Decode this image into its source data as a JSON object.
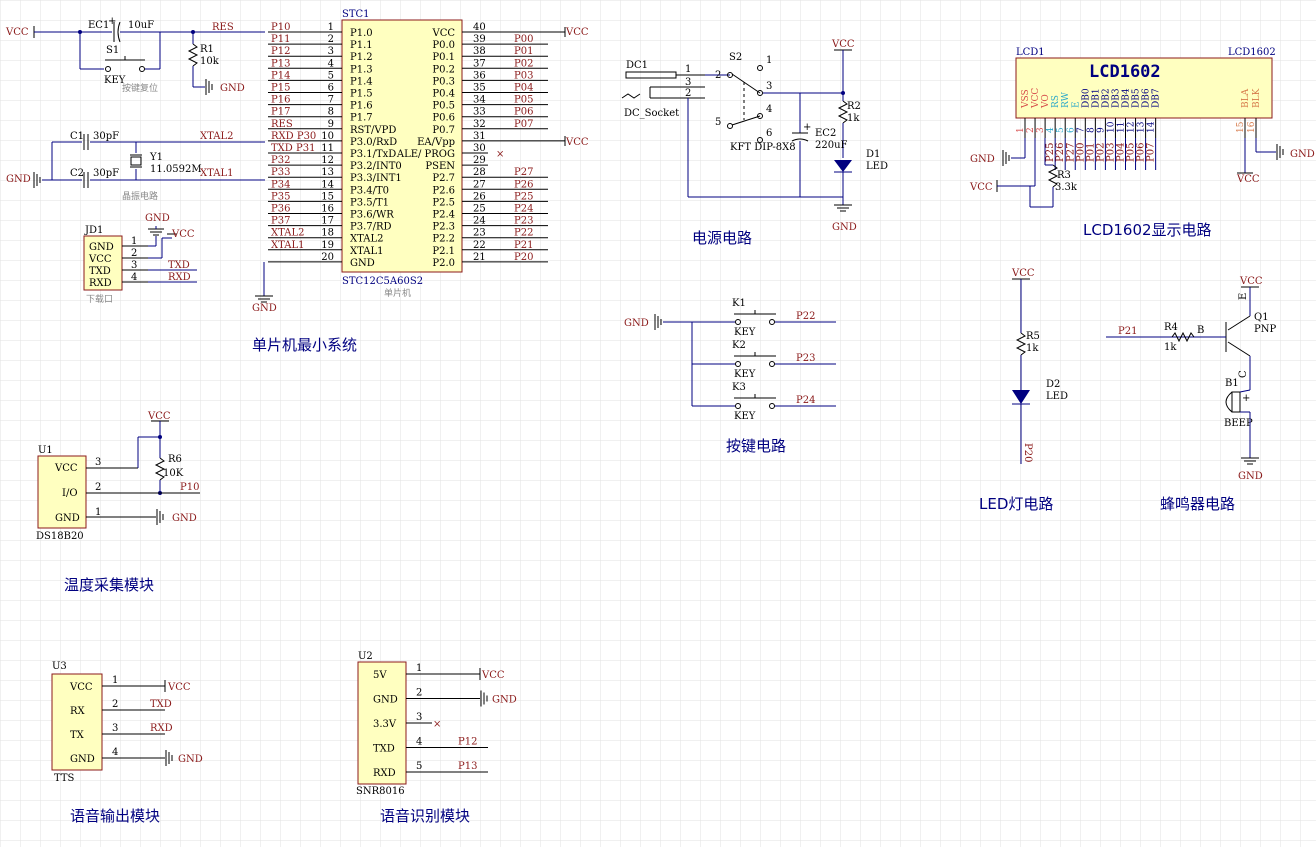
{
  "sections": {
    "mcu": "单片机最小系统",
    "power": "电源电路",
    "keys": "按键电路",
    "lcd": "LCD1602显示电路",
    "led": "LED灯电路",
    "buzzer": "蜂鸣器电路",
    "temp": "温度采集模块",
    "tts": "语音输出模块",
    "snr": "语音识别模块"
  },
  "reset": {
    "vcc": "VCC",
    "ec1": "EC1",
    "ec1_val": "10uF",
    "res": "RES",
    "s1": "S1",
    "key": "KEY",
    "r1": "R1",
    "r1_val": "10k",
    "gnd": "GND",
    "note": "按键复位"
  },
  "crystal": {
    "c1": "C1",
    "c1_val": "30pF",
    "c2": "C2",
    "c2_val": "30pF",
    "y1": "Y1",
    "y1_val": "11.0592M",
    "xtal2": "XTAL2",
    "xtal1": "XTAL1",
    "gnd": "GND",
    "note": "晶振电路"
  },
  "download": {
    "ref": "JD1",
    "gnd_top": "GND",
    "vcc": "VCC",
    "note": "下载口",
    "pins": [
      {
        "name": "GND",
        "num": "1",
        "net": ""
      },
      {
        "name": "VCC",
        "num": "2",
        "net": ""
      },
      {
        "name": "TXD",
        "num": "3",
        "net": "TXD"
      },
      {
        "name": "RXD",
        "num": "4",
        "net": "RXD"
      }
    ]
  },
  "mcu": {
    "ref": "STC1",
    "part": "STC12C5A60S2",
    "note": "单片机",
    "vcc": "VCC",
    "gnd": "GND",
    "left": [
      {
        "net": "P10",
        "pin": "P1.0",
        "num": "1"
      },
      {
        "net": "P11",
        "pin": "P1.1",
        "num": "2"
      },
      {
        "net": "P12",
        "pin": "P1.2",
        "num": "3"
      },
      {
        "net": "P13",
        "pin": "P1.3",
        "num": "4"
      },
      {
        "net": "P14",
        "pin": "P1.4",
        "num": "5"
      },
      {
        "net": "P15",
        "pin": "P1.5",
        "num": "6"
      },
      {
        "net": "P16",
        "pin": "P1.6",
        "num": "7"
      },
      {
        "net": "P17",
        "pin": "P1.7",
        "num": "8"
      },
      {
        "net": "RES",
        "pin": "RST/VPD",
        "num": "9"
      },
      {
        "net": "RXD P30",
        "pin": "P3.0/RxD",
        "num": "10"
      },
      {
        "net": "TXD P31",
        "pin": "P3.1/TxD",
        "num": "11"
      },
      {
        "net": "P32",
        "pin": "P3.2/INT0",
        "num": "12"
      },
      {
        "net": "P33",
        "pin": "P3.3/INT1",
        "num": "13"
      },
      {
        "net": "P34",
        "pin": "P3.4/T0",
        "num": "14"
      },
      {
        "net": "P35",
        "pin": "P3.5/T1",
        "num": "15"
      },
      {
        "net": "P36",
        "pin": "P3.6/WR",
        "num": "16"
      },
      {
        "net": "P37",
        "pin": "P3.7/RD",
        "num": "17"
      },
      {
        "net": "XTAL2",
        "pin": "XTAL2",
        "num": "18"
      },
      {
        "net": "XTAL1",
        "pin": "XTAL1",
        "num": "19"
      },
      {
        "net": "",
        "pin": "GND",
        "num": "20"
      }
    ],
    "right": [
      {
        "pin": "VCC",
        "num": "40",
        "net": "VCC"
      },
      {
        "pin": "P0.0",
        "num": "39",
        "net": "P00"
      },
      {
        "pin": "P0.1",
        "num": "38",
        "net": "P01"
      },
      {
        "pin": "P0.2",
        "num": "37",
        "net": "P02"
      },
      {
        "pin": "P0.3",
        "num": "36",
        "net": "P03"
      },
      {
        "pin": "P0.4",
        "num": "35",
        "net": "P04"
      },
      {
        "pin": "P0.5",
        "num": "34",
        "net": "P05"
      },
      {
        "pin": "P0.6",
        "num": "33",
        "net": "P06"
      },
      {
        "pin": "P0.7",
        "num": "32",
        "net": "P07"
      },
      {
        "pin": "EA/Vpp",
        "num": "31",
        "net": "VCC"
      },
      {
        "pin": "ALE/ PROG",
        "num": "30",
        "net": ""
      },
      {
        "pin": "PSEN",
        "num": "29",
        "net": ""
      },
      {
        "pin": "P2.7",
        "num": "28",
        "net": "P27"
      },
      {
        "pin": "P2.6",
        "num": "27",
        "net": "P26"
      },
      {
        "pin": "P2.5",
        "num": "26",
        "net": "P25"
      },
      {
        "pin": "P2.4",
        "num": "25",
        "net": "P24"
      },
      {
        "pin": "P2.3",
        "num": "24",
        "net": "P23"
      },
      {
        "pin": "P2.2",
        "num": "23",
        "net": "P22"
      },
      {
        "pin": "P2.1",
        "num": "22",
        "net": "P21"
      },
      {
        "pin": "P2.0",
        "num": "21",
        "net": "P20"
      }
    ]
  },
  "power": {
    "dc1": "DC1",
    "dc_socket": "DC_Socket",
    "s2": "S2",
    "switch_part": "KFT DIP-8X8",
    "vcc": "VCC",
    "r2": "R2",
    "r2_val": "1k",
    "ec2": "EC2",
    "ec2_val": "220uF",
    "d1": "D1",
    "d1_val": "LED",
    "gnd": "GND",
    "dc_pins": [
      "1",
      "3",
      "2"
    ],
    "sw_pins": [
      "1",
      "2",
      "3",
      "4",
      "5",
      "6"
    ]
  },
  "keys": {
    "gnd": "GND",
    "items": [
      {
        "ref": "K1",
        "label": "KEY",
        "net": "P22"
      },
      {
        "ref": "K2",
        "label": "KEY",
        "net": "P23"
      },
      {
        "ref": "K3",
        "label": "KEY",
        "net": "P24"
      }
    ]
  },
  "lcd": {
    "ref": "LCD1",
    "part": "LCD1602",
    "title": "LCD1602",
    "gnd": "GND",
    "vcc": "VCC",
    "r3": "R3",
    "r3_val": "3.3k",
    "vcc_bottom": "VCC",
    "pins": [
      {
        "name": "VSS",
        "num": "1",
        "net": ""
      },
      {
        "name": "VCC",
        "num": "2",
        "net": ""
      },
      {
        "name": "VO",
        "num": "3",
        "net": ""
      },
      {
        "name": "RS",
        "num": "4",
        "net": "P25"
      },
      {
        "name": "RW",
        "num": "5",
        "net": "P26"
      },
      {
        "name": "E",
        "num": "6",
        "net": "P27"
      },
      {
        "name": "DB0",
        "num": "7",
        "net": "P00"
      },
      {
        "name": "DB1",
        "num": "8",
        "net": "P01"
      },
      {
        "name": "DB2",
        "num": "9",
        "net": "P02"
      },
      {
        "name": "DB3",
        "num": "10",
        "net": "P03"
      },
      {
        "name": "DB4",
        "num": "11",
        "net": "P04"
      },
      {
        "name": "DB5",
        "num": "12",
        "net": "P05"
      },
      {
        "name": "DB6",
        "num": "13",
        "net": "P06"
      },
      {
        "name": "DB7",
        "num": "14",
        "net": "P07"
      },
      {
        "name": "BLA",
        "num": "15",
        "net": ""
      },
      {
        "name": "BLK",
        "num": "16",
        "net": ""
      }
    ]
  },
  "led": {
    "vcc": "VCC",
    "r5": "R5",
    "r5_val": "1k",
    "d2": "D2",
    "d2_val": "LED",
    "net": "P20"
  },
  "buzzer": {
    "vcc": "VCC",
    "q1": "Q1",
    "q1_val": "PNP",
    "e": "E",
    "b": "B",
    "c": "C",
    "r4": "R4",
    "r4_val": "1k",
    "net": "P21",
    "b1": "B1",
    "b1_val": "BEEP",
    "gnd": "GND"
  },
  "ds18b20": {
    "ref": "U1",
    "part": "DS18B20",
    "vcc": "VCC",
    "r6": "R6",
    "r6_val": "10K",
    "net": "P10",
    "gnd": "GND",
    "pins": [
      {
        "name": "VCC",
        "num": "3"
      },
      {
        "name": "I/O",
        "num": "2"
      },
      {
        "name": "GND",
        "num": "1"
      }
    ]
  },
  "tts": {
    "ref": "U3",
    "part": "TTS",
    "pins": [
      {
        "name": "VCC",
        "num": "1",
        "net": "VCC"
      },
      {
        "name": "RX",
        "num": "2",
        "net": "TXD"
      },
      {
        "name": "TX",
        "num": "3",
        "net": "RXD"
      },
      {
        "name": "GND",
        "num": "4",
        "net": "GND"
      }
    ]
  },
  "snr": {
    "ref": "U2",
    "part": "SNR8016",
    "pins": [
      {
        "name": "5V",
        "num": "1",
        "net": "VCC"
      },
      {
        "name": "GND",
        "num": "2",
        "net": "GND"
      },
      {
        "name": "3.3V",
        "num": "3",
        "net": ""
      },
      {
        "name": "TXD",
        "num": "4",
        "net": "P12"
      },
      {
        "name": "RXD",
        "num": "5",
        "net": "P13"
      }
    ]
  }
}
